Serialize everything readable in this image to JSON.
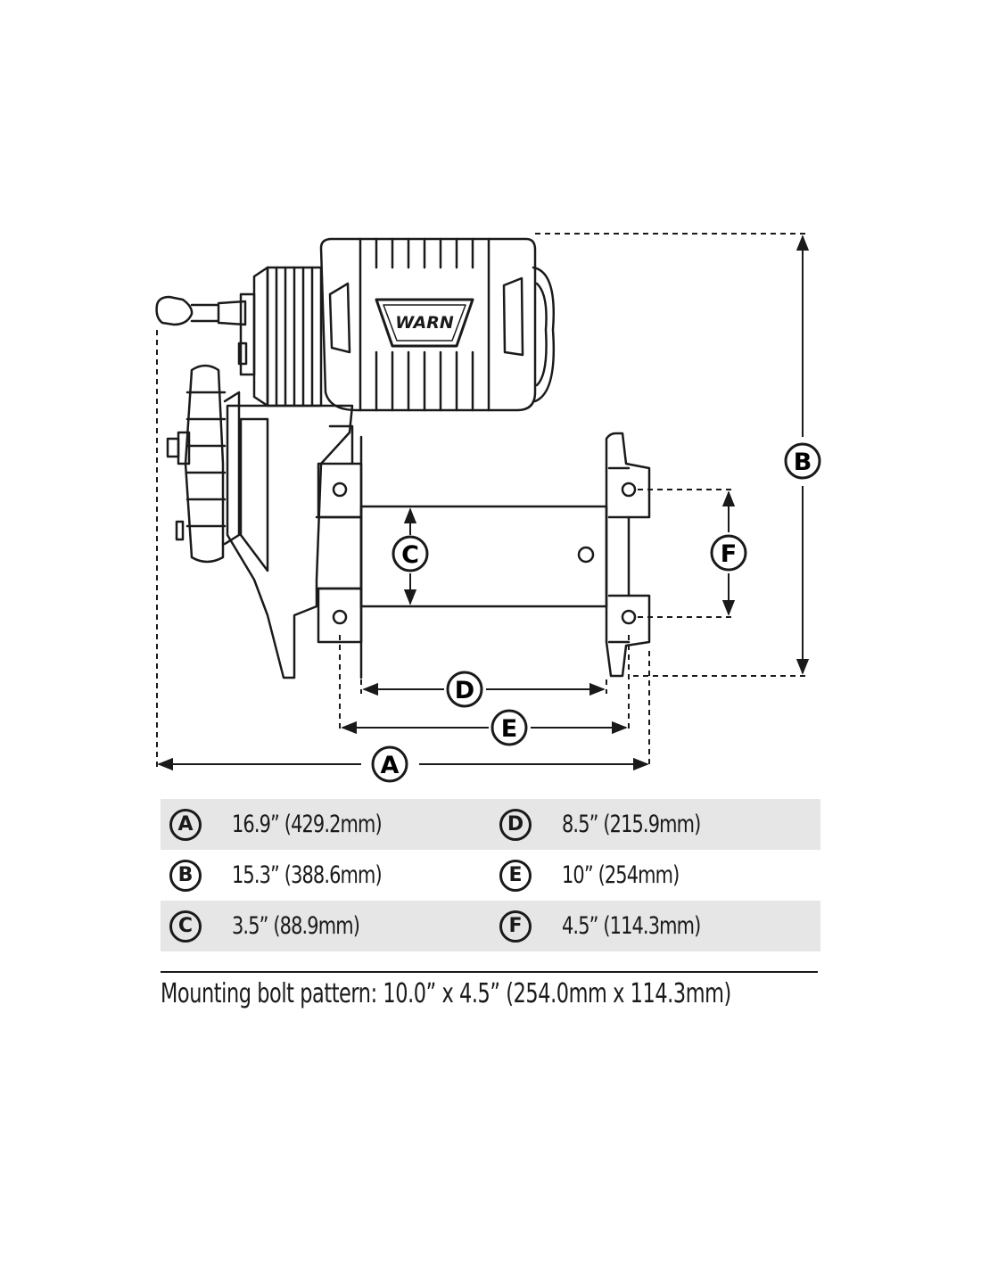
{
  "logo_text": "WARN",
  "dimension_labels": {
    "A": "A",
    "B": "B",
    "C": "C",
    "D": "D",
    "E": "E",
    "F": "F"
  },
  "specs": [
    {
      "left": {
        "letter": "A",
        "value": "16.9” (429.2mm)"
      },
      "right": {
        "letter": "D",
        "value": "8.5” (215.9mm)"
      },
      "shaded": true
    },
    {
      "left": {
        "letter": "B",
        "value": "15.3” (388.6mm)"
      },
      "right": {
        "letter": "E",
        "value": "10” (254mm)"
      },
      "shaded": false
    },
    {
      "left": {
        "letter": "C",
        "value": "3.5” (88.9mm)"
      },
      "right": {
        "letter": "F",
        "value": "4.5” (114.3mm)"
      },
      "shaded": true
    }
  ],
  "bolt_pattern_note": "Mounting bolt pattern: 10.0” x 4.5” (254.0mm x 114.3mm)"
}
